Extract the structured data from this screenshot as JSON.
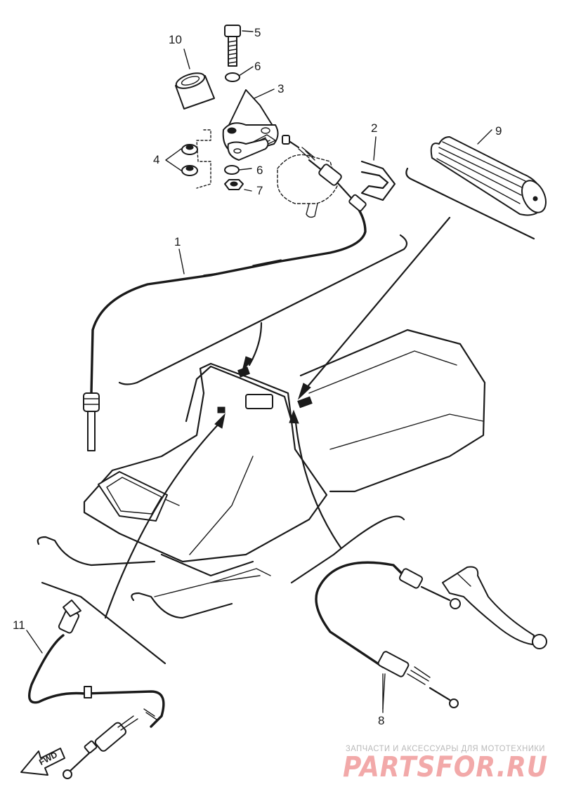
{
  "callouts": [
    {
      "id": "1",
      "label": "1"
    },
    {
      "id": "2",
      "label": "2"
    },
    {
      "id": "3",
      "label": "3"
    },
    {
      "id": "4",
      "label": "4"
    },
    {
      "id": "5",
      "label": "5"
    },
    {
      "id": "6a",
      "label": "6"
    },
    {
      "id": "6b",
      "label": "6"
    },
    {
      "id": "7",
      "label": "7"
    },
    {
      "id": "8",
      "label": "8"
    },
    {
      "id": "9",
      "label": "9"
    },
    {
      "id": "10",
      "label": "10"
    },
    {
      "id": "11",
      "label": "11"
    }
  ],
  "fwd_label": "FWD",
  "watermark": {
    "tagline": "ЗАПЧАСТИ И АКСЕССУАРЫ ДЛЯ МОТОТЕХНИКИ",
    "brand": "PARTSFOR.RU",
    "brand_color": "#f2a9a9"
  }
}
